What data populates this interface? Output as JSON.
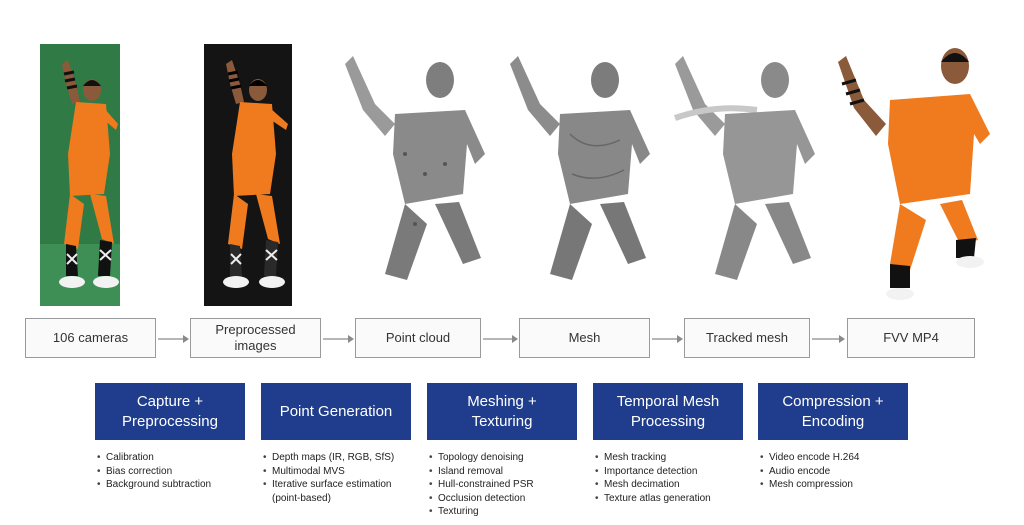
{
  "stages": [
    {
      "label": "106 cameras"
    },
    {
      "label": "Preprocessed images"
    },
    {
      "label": "Point cloud"
    },
    {
      "label": "Mesh"
    },
    {
      "label": "Tracked mesh"
    },
    {
      "label": "FVV MP4"
    }
  ],
  "phases": [
    {
      "title": "Capture + Preprocessing",
      "bullets": [
        "Calibration",
        "Bias correction",
        "Background subtraction"
      ]
    },
    {
      "title": "Point Generation",
      "bullets": [
        "Depth maps (IR, RGB, SfS)",
        "Multimodal MVS",
        "Iterative surface estimation (point-based)"
      ]
    },
    {
      "title": "Meshing + Texturing",
      "bullets": [
        "Topology denoising",
        "Island removal",
        "Hull-constrained PSR",
        "Occlusion detection",
        "Texturing"
      ]
    },
    {
      "title": "Temporal Mesh Processing",
      "bullets": [
        "Mesh tracking",
        "Importance detection",
        "Mesh decimation",
        "Texture atlas generation"
      ]
    },
    {
      "title": "Compression + Encoding",
      "bullets": [
        "Video encode H.264",
        "Audio encode",
        "Mesh compression"
      ]
    }
  ],
  "colors": {
    "phase_fill": "#1f3d8c",
    "robe": "#f07a1e",
    "green_screen": "#2f7a45",
    "black_bg": "#141414",
    "mesh_gray": "#8a8a8a"
  }
}
